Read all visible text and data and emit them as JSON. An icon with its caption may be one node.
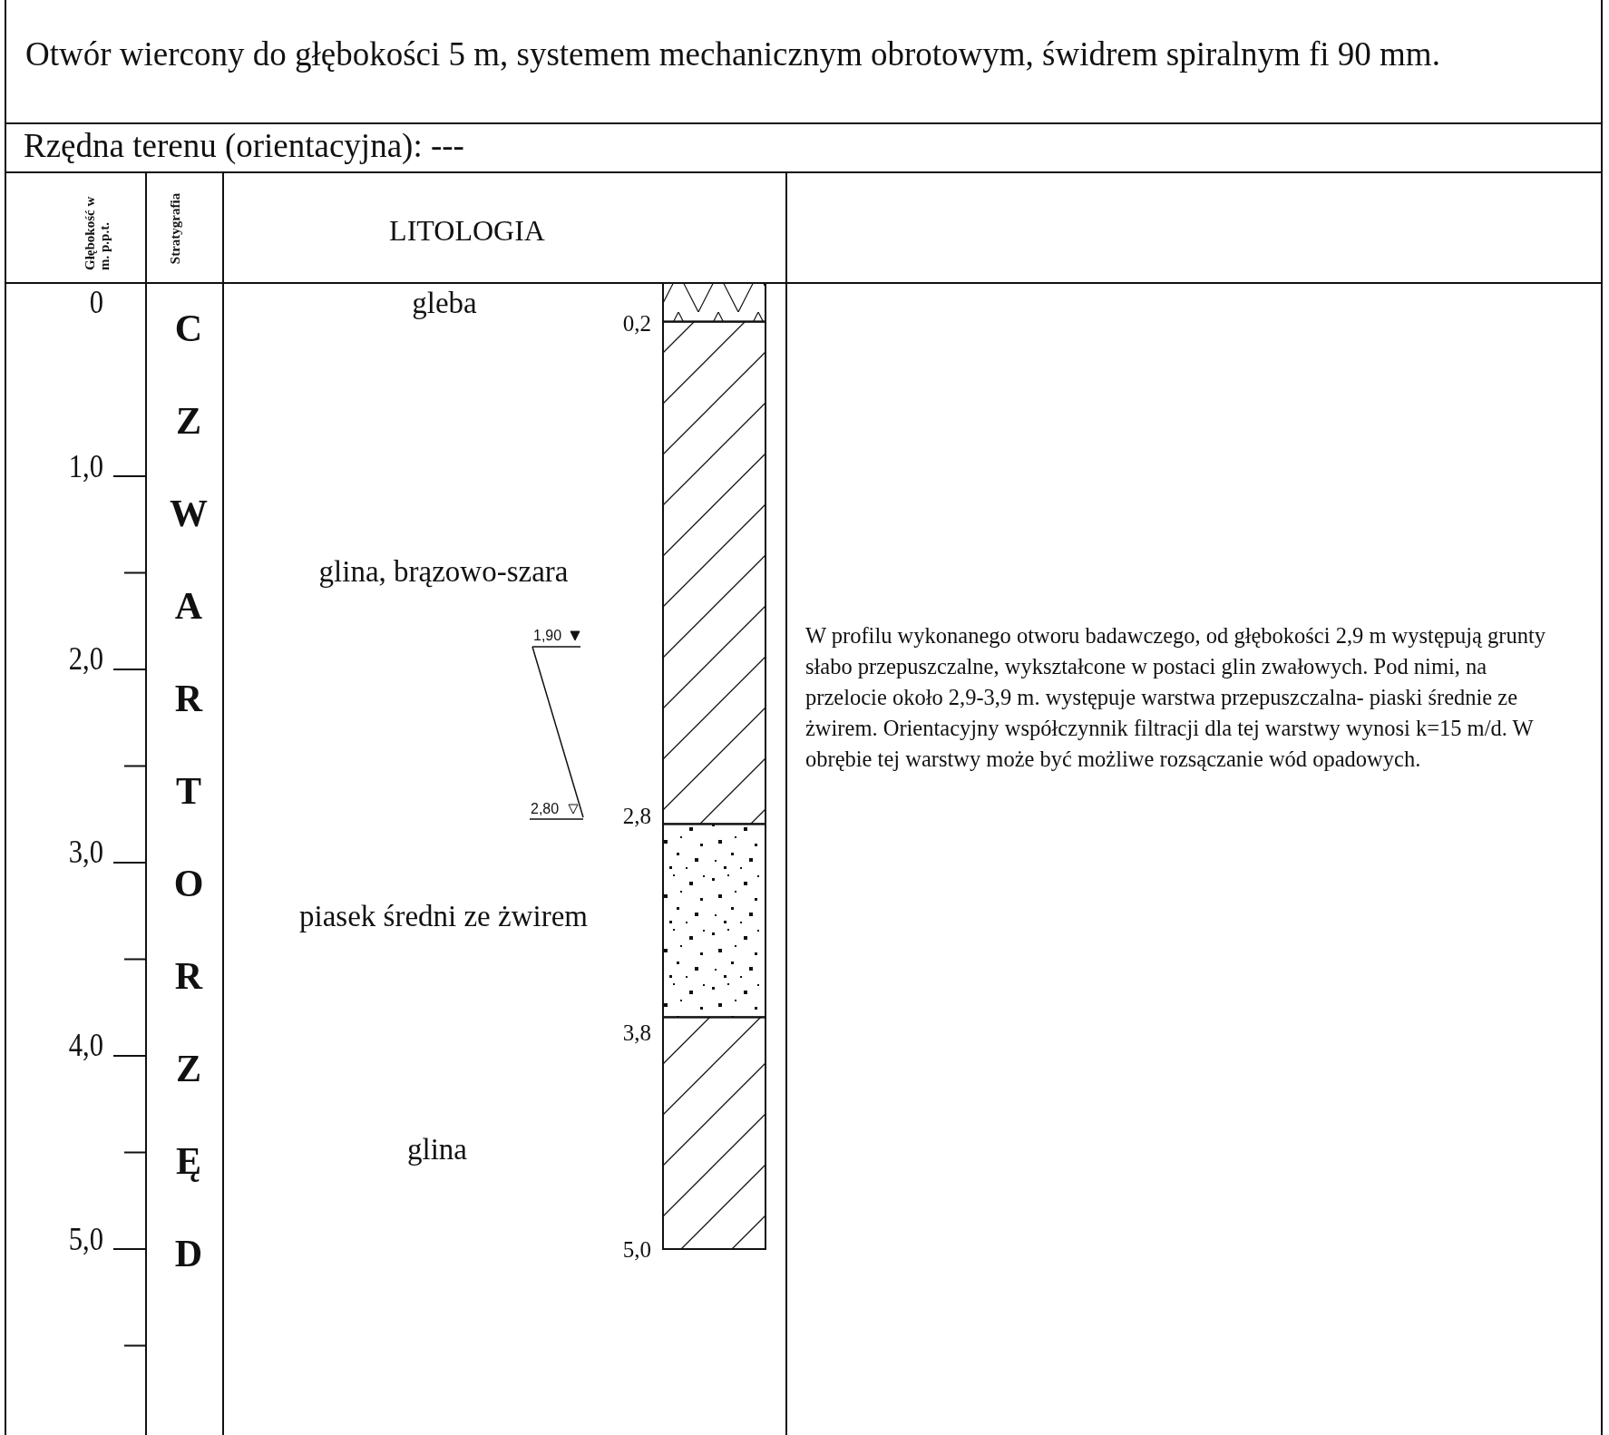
{
  "diagram": {
    "title": "Otwór wiercony do głębokości 5 m, systemem mechanicznym obrotowym, świdrem spiralnym fi 90 mm.",
    "labels": [
      "Rzędna terenu (orientacyjna): ---",
      "Głębokość w m. p.p.t.",
      "Stratygrafia",
      "LITOLOGIA",
      "0",
      "gleba",
      "0,2",
      "CZWARTORZĘD",
      "1,0",
      "glina, brązowo-szara",
      "1,90",
      "2,0",
      "2,80",
      "2,8",
      "3,0",
      "piasek średni ze żwirem",
      "3,8",
      "4,0",
      "glina",
      "5,0",
      "5,0",
      "W profilu wykonanego otworu badawczego, od głębokości 2,9 m występują grunty słabo przepuszczalne, wykształcone w postaci glin zwałowych. Pod nimi, na przelocie około 2,9-3,9 m. występuje warstwa przepuszczalna- piaski średnie ze żwirem. Orientacyjny współczynnik filtracji dla tej warstwy wynosi k=15 m/d. W obrębie tej warstwy może być możliwe rozsączanie wód opadowych."
    ]
  }
}
